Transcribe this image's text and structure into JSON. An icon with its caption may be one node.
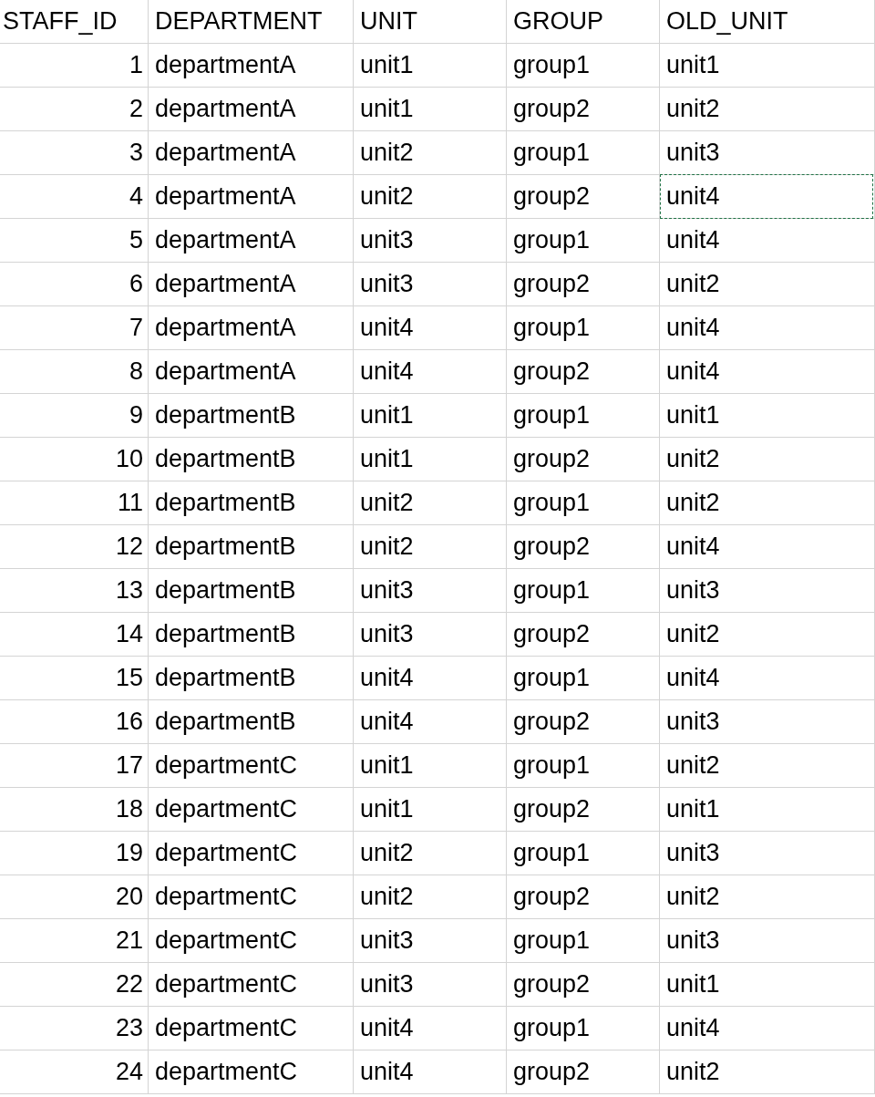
{
  "diagram": {
    "labels": [
      "STAFF_ID",
      "DEPARTMENT",
      "UNIT",
      "GROUP",
      "OLD_UNIT",
      "1",
      "departmentA",
      "unit1",
      "group1",
      "unit1",
      "2",
      "departmentA",
      "unit1",
      "group2",
      "unit2",
      "3",
      "departmentA",
      "unit2",
      "group1",
      "unit3",
      "4",
      "departmentA",
      "unit2",
      "group2",
      "unit4",
      "5",
      "departmentA",
      "unit3",
      "group1",
      "unit4",
      "6",
      "departmentA",
      "unit3",
      "group2",
      "unit2",
      "7",
      "departmentA",
      "unit4",
      "group1",
      "unit4",
      "8",
      "departmentA",
      "unit4",
      "group2",
      "unit4",
      "9",
      "departmentB",
      "unit1",
      "group1",
      "unit1",
      "10",
      "departmentB",
      "unit1",
      "group2",
      "unit2",
      "11",
      "departmentB",
      "unit2",
      "group1",
      "unit2",
      "12",
      "departmentB",
      "unit2",
      "group2",
      "unit4",
      "13",
      "departmentB",
      "unit3",
      "group1",
      "unit3",
      "14",
      "departmentB",
      "unit3",
      "group2",
      "unit2",
      "15",
      "departmentB",
      "unit4",
      "group1",
      "unit4",
      "16",
      "departmentB",
      "unit4",
      "group2",
      "unit3",
      "17",
      "departmentC",
      "unit1",
      "group1",
      "unit2",
      "18",
      "departmentC",
      "unit1",
      "group2",
      "unit1",
      "19",
      "departmentC",
      "unit2",
      "group1",
      "unit3",
      "20",
      "departmentC",
      "unit2",
      "group2",
      "unit2",
      "21",
      "departmentC",
      "unit3",
      "group1",
      "unit3",
      "22",
      "departmentC",
      "unit3",
      "group2",
      "unit1",
      "23",
      "departmentC",
      "unit4",
      "group1",
      "unit4",
      "24",
      "departmentC",
      "unit4",
      "group2",
      "unit2"
    ]
  }
}
